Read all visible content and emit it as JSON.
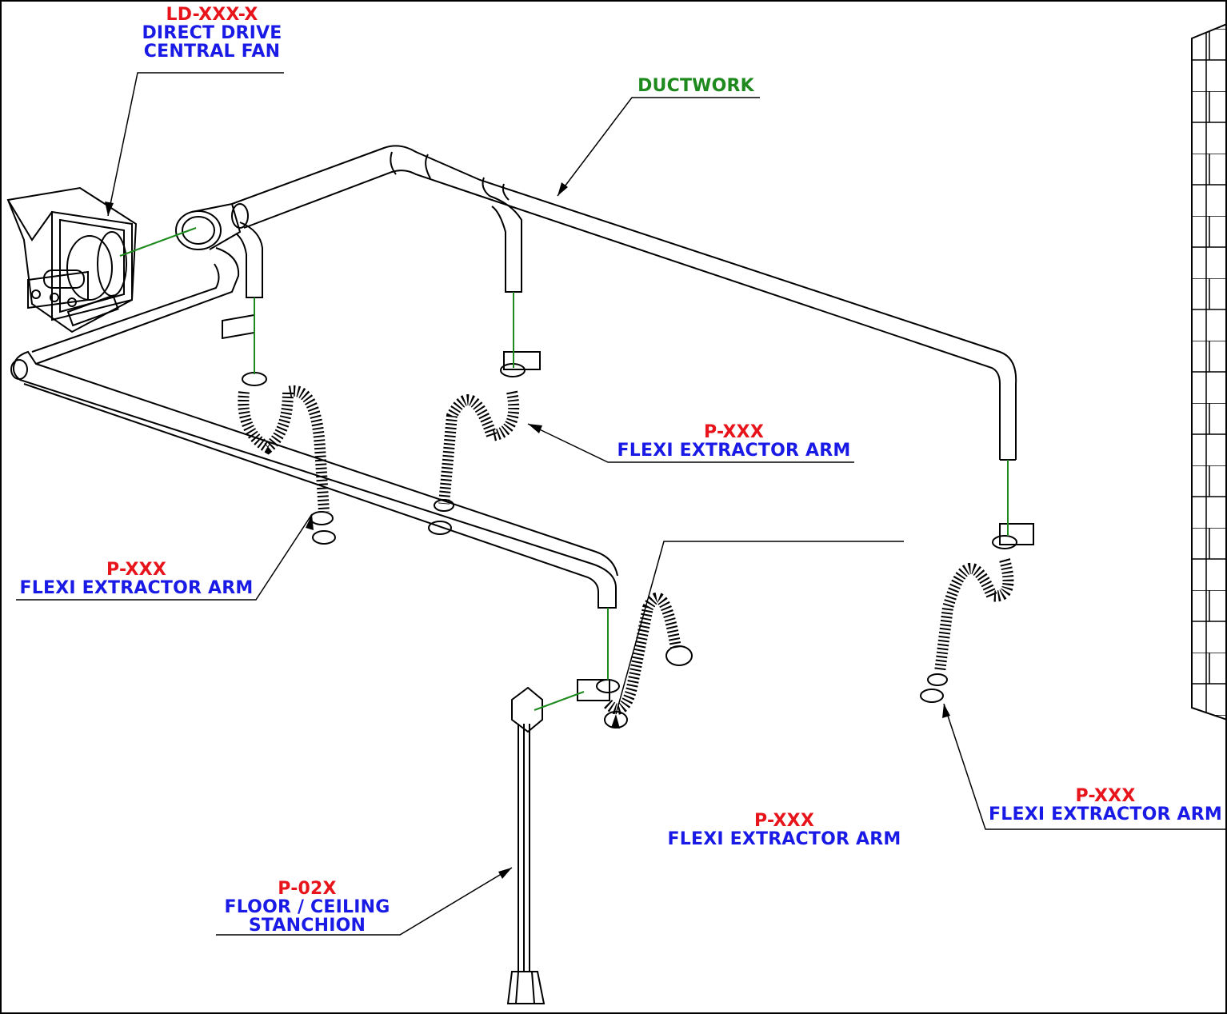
{
  "callouts": {
    "fan": {
      "code": "LD-XXX-X",
      "desc1": "DIRECT DRIVE",
      "desc2": "CENTRAL FAN"
    },
    "ductwork": {
      "label": "DUCTWORK"
    },
    "arm_center": {
      "code": "P-XXX",
      "desc": "FLEXI EXTRACTOR ARM"
    },
    "arm_left": {
      "code": "P-XXX",
      "desc": "FLEXI EXTRACTOR ARM"
    },
    "arm_bottom": {
      "code": "P-XXX",
      "desc": "FLEXI EXTRACTOR ARM"
    },
    "arm_right": {
      "code": "P-XXX",
      "desc": "FLEXI EXTRACTOR ARM"
    },
    "stanchion": {
      "code": "P-02X",
      "desc1": "FLOOR / CEILING",
      "desc2": "STANCHION"
    }
  },
  "colors": {
    "code": "#e8141b",
    "description": "#1a1ae6",
    "ductwork_label": "#1e8a1e",
    "connector_line": "#1e8a1e",
    "linework": "#000000"
  }
}
